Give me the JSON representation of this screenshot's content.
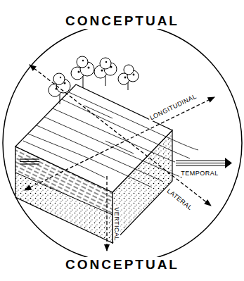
{
  "diagram": {
    "labels": [
      "CONCEPTUAL",
      "LONGITUDINAL",
      "TEMPORAL",
      "LATERAL",
      "VERTICAL",
      "CONCEPTUAL"
    ]
  }
}
